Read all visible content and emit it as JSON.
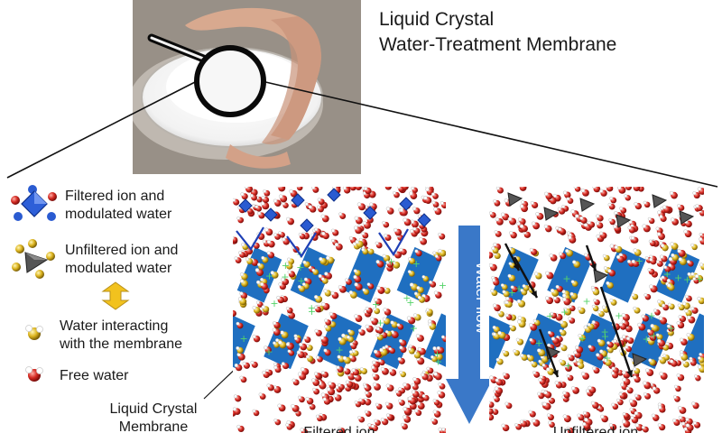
{
  "title": {
    "line1": "Liquid Crystal",
    "line2": "Water-Treatment Membrane"
  },
  "legend": {
    "filtered": [
      "Filtered ion and",
      "modulated water"
    ],
    "unfiltered": [
      "Unfiltered ion and",
      "modulated water"
    ],
    "interacting": [
      "Water interacting",
      "with the membrane"
    ],
    "free": "Free water"
  },
  "membrane_label": [
    "Liquid Crystal",
    "Membrane"
  ],
  "flow_label": "Water flow",
  "panel_captions": [
    "Filtered ion",
    "Unfiltered ion"
  ],
  "colors": {
    "membrane": "#1f6fc0",
    "free_water_red": "#c8201e",
    "interacting_yellow": "#d8b11c",
    "filtered_ion_blue": "#2a5bd1",
    "unfiltered_ion_gray": "#555555",
    "arrow_blue": "#3a78c8",
    "photo_bg": "#9d968d"
  },
  "icons": [
    "magnifier-icon",
    "filtered-ion-icon",
    "unfiltered-ion-icon",
    "double-arrow-icon",
    "water-molecule-icon"
  ]
}
